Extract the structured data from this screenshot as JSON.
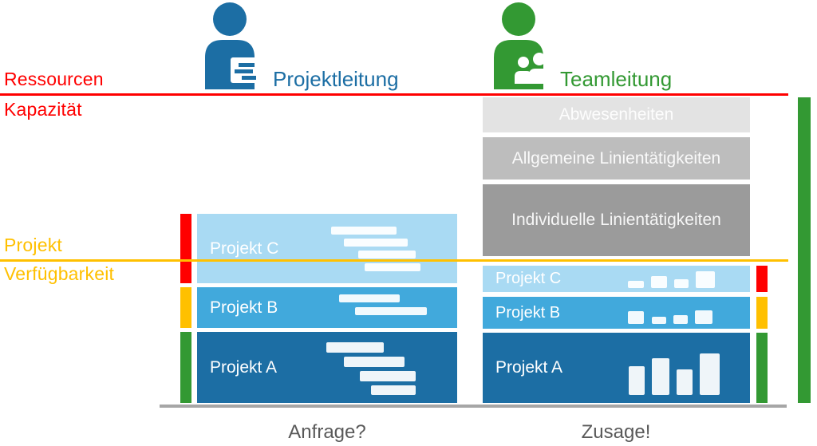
{
  "axis_labels": {
    "ressourcen": "Ressourcen",
    "kapazitaet": "Kapazität",
    "projekt": "Projekt",
    "verfuegbarkeit": "Verfügbarkeit"
  },
  "roles": {
    "projektleitung": "Projektleitung",
    "teamleitung": "Teamleitung"
  },
  "projektleitung_column": {
    "projects": [
      {
        "label": "Projekt C"
      },
      {
        "label": "Projekt B"
      },
      {
        "label": "Projekt A"
      }
    ]
  },
  "teamleitung_column": {
    "line_activities": [
      {
        "label": "Abwesenheiten"
      },
      {
        "label": "Allgemeine Linientätigkeiten"
      },
      {
        "label": "Individuelle Linientätigkeiten"
      }
    ],
    "projects": [
      {
        "label": "Projekt C"
      },
      {
        "label": "Projekt B"
      },
      {
        "label": "Projekt A"
      }
    ]
  },
  "footer": {
    "question": "Anfrage?",
    "answer": "Zusage!"
  },
  "colors": {
    "red": "#FF0000",
    "yellow": "#FFC000",
    "green": "#339933",
    "blue_dark": "#1C6EA4",
    "blue_mid": "#41A9DC",
    "blue_light": "#A9DAF3",
    "gray_light": "#E3E3E3",
    "gray_mid": "#BDBDBD",
    "gray_dark": "#9B9B9B",
    "baseline_gray": "#A6A6A6",
    "footer_text": "#595959"
  }
}
